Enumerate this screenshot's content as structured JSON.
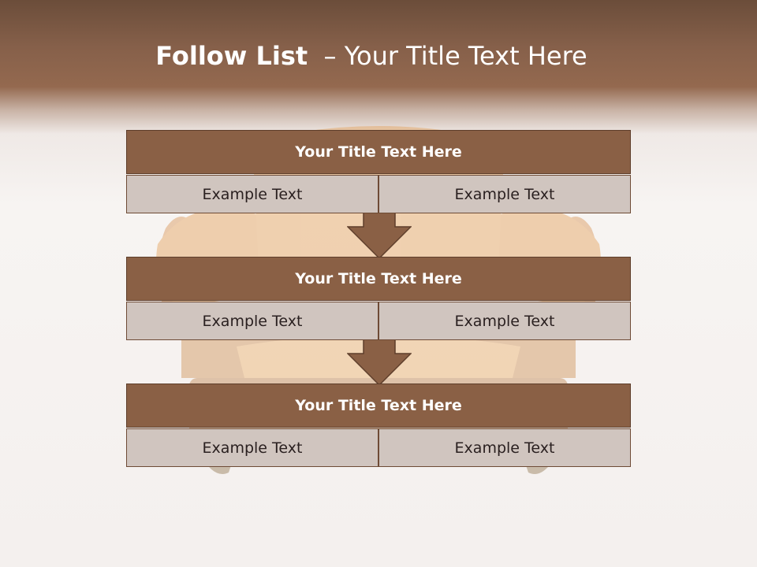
{
  "slide": {
    "title_bold": "Follow List",
    "title_rest": "– Your Title Text Here"
  },
  "steps": [
    {
      "title": "Your Title Text Here",
      "left": "Example Text",
      "right": "Example Text"
    },
    {
      "title": "Your Title Text Here",
      "left": "Example Text",
      "right": "Example Text"
    },
    {
      "title": "Your Title Text Here",
      "left": "Example Text",
      "right": "Example Text"
    }
  ],
  "colors": {
    "header_band": "#86604a",
    "box_title": "#8a6045",
    "box_cell": "#d0c5bf",
    "arrow": "#8a6045"
  }
}
